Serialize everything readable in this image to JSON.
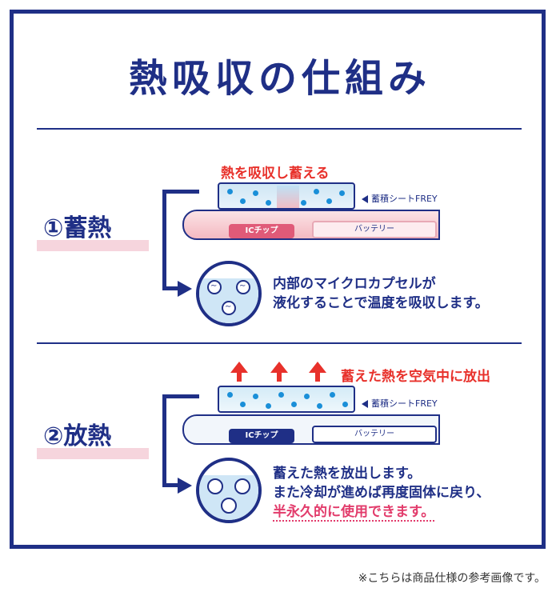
{
  "title": "熱吸収の仕組み",
  "section1": {
    "label": "①蓄熱",
    "headline": "熱を吸収し蓄える",
    "sheet_label": "蓄積シートFREY",
    "chip_label": "ICチップ",
    "battery_label": "バッテリー",
    "desc_line1": "内部のマイクロカプセルが",
    "desc_line2": "液化することで温度を吸収します。"
  },
  "section2": {
    "label": "②放熱",
    "headline": "蓄えた熱を空気中に放出",
    "sheet_label": "蓄積シートFREY",
    "chip_label": "ICチップ",
    "battery_label": "バッテリー",
    "desc_line1": "蓄えた熱を放出します。",
    "desc_line2": "また冷却が進めば再度固体に戻り、",
    "desc_line3": "半永久的に使用できます。"
  },
  "footnote": "※こちらは商品仕様の参考画像です。",
  "colors": {
    "navy": "#1f2f86",
    "red": "#e8312b",
    "pink": "#f6d5dd",
    "blue_dot": "#1a8fd8"
  }
}
